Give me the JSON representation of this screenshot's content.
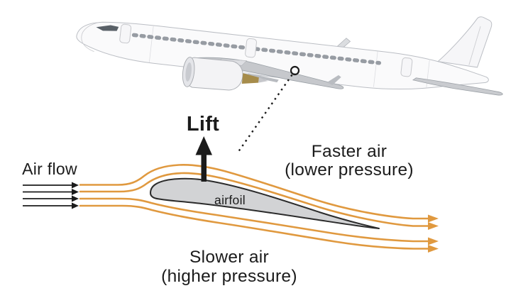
{
  "labels": {
    "air_flow": "Air flow",
    "lift": "Lift",
    "faster_air_line1": "Faster air",
    "faster_air_line2": "(lower pressure)",
    "slower_air_line1": "Slower air",
    "slower_air_line2": "(higher pressure)",
    "airfoil": "airfoil"
  },
  "colors": {
    "background": "#FFFFFF",
    "ink": "#1B1B1B",
    "streamline": "#E0993F",
    "airfoil_fill": "#D2D3D5",
    "airfoil_outline": "#2B2B2B",
    "plane_fill": "#FAFAFB",
    "plane_outline": "#BBBEC4"
  }
}
